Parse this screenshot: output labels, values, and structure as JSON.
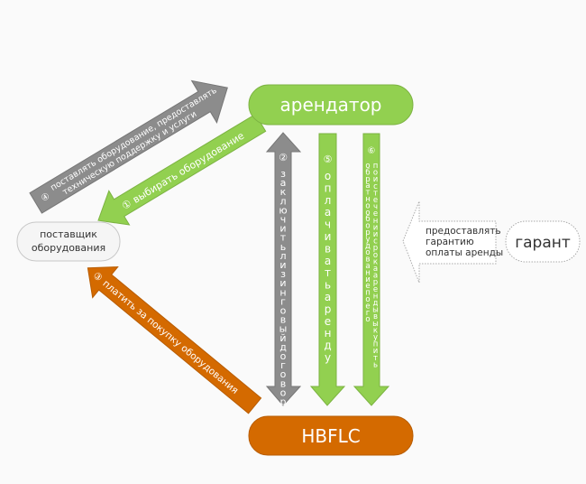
{
  "colors": {
    "background": "#fafafa",
    "green": "#92d050",
    "green_stroke": "#7cb342",
    "gray": "#8c8c8c",
    "gray_stroke": "#777777",
    "orange": "#d46a00",
    "orange_stroke": "#b85c00",
    "supplier_fill": "#f5f5f5",
    "supplier_stroke": "#c8c8c8",
    "dotted_stroke": "#aaaaaa",
    "dark_text": "#333333"
  },
  "nodes": {
    "lessee": {
      "label": "арендатор"
    },
    "lessor": {
      "label": "HBFLC"
    },
    "supplier": {
      "line1": "поставщик",
      "line2": "оборудования"
    },
    "guarantor": {
      "label": "гарант"
    }
  },
  "arrows": {
    "a1": {
      "number": "①",
      "label": "выбирать оборудование"
    },
    "a2": {
      "number": "②",
      "label": "заключить лизинговый договор"
    },
    "a3": {
      "number": "③",
      "label": "платить за покупку оборудования"
    },
    "a4": {
      "number": "④",
      "line1": "поставлять оборудование, предоставлять",
      "line2": "техническую поддержку и услуги"
    },
    "a5": {
      "number": "⑤",
      "label": "оплачивать аренду"
    },
    "a6": {
      "number": "⑥",
      "col1": "обратно оборудование по его",
      "col2": "по истечении срока аренды выкупить"
    },
    "guarantee": {
      "line1": "предоставлять",
      "line2": "гарантию",
      "line3": "оплаты аренды"
    }
  }
}
